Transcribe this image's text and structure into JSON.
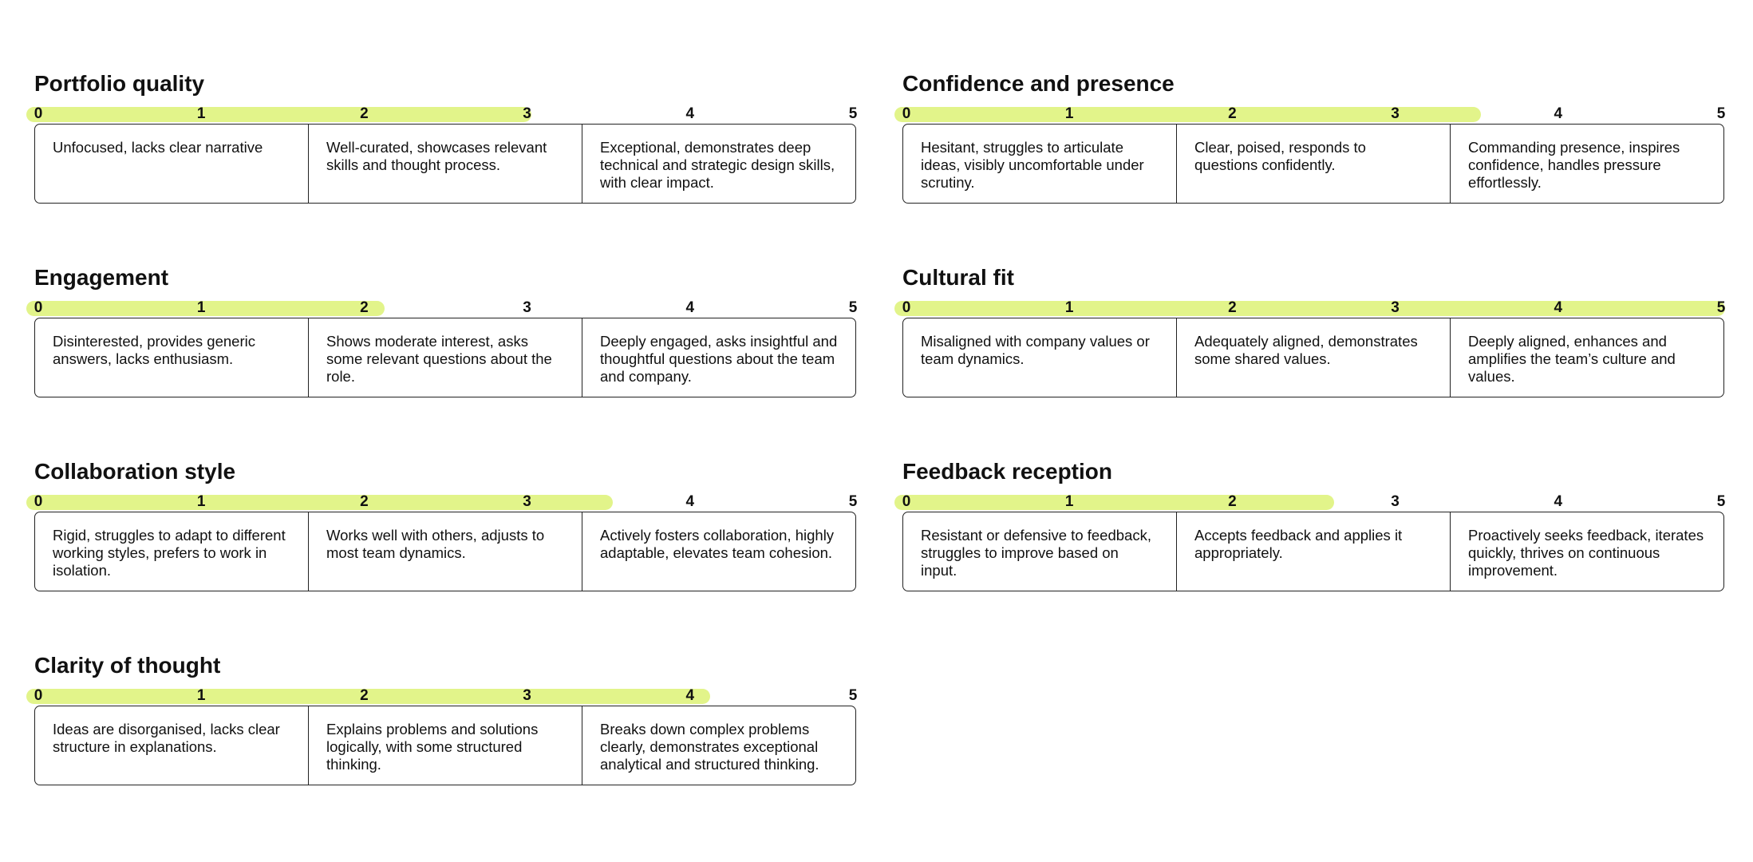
{
  "colors": {
    "accent": "#e2f48a",
    "border": "#222222",
    "text": "#111111"
  },
  "scale_labels": [
    "0",
    "1",
    "2",
    "3",
    "4",
    "5"
  ],
  "criteria": [
    {
      "title": "Portfolio quality",
      "score": 3,
      "descriptions": [
        "Unfocused, lacks clear narrative",
        "Well-curated, showcases relevant skills and thought process.",
        "Exceptional, demonstrates deep technical and strategic design skills, with clear impact."
      ]
    },
    {
      "title": "Confidence and presence",
      "score": 3.5,
      "descriptions": [
        "Hesitant, struggles to articulate ideas, visibly uncomfortable under scrutiny.",
        "Clear, poised, responds to questions confidently.",
        "Commanding presence, inspires confidence, handles pressure effortlessly."
      ]
    },
    {
      "title": "Engagement",
      "score": 2.1,
      "descriptions": [
        "Disinterested, provides generic answers, lacks enthusiasm.",
        "Shows moderate interest, asks some relevant questions about the role.",
        "Deeply engaged, asks insightful and thoughtful questions about the team and company."
      ]
    },
    {
      "title": "Cultural fit",
      "score": 5,
      "descriptions": [
        "Misaligned with company values or team dynamics.",
        "Adequately aligned, demonstrates some shared values.",
        "Deeply aligned, enhances and amplifies the team’s culture and values."
      ]
    },
    {
      "title": "Collaboration style",
      "score": 3.5,
      "descriptions": [
        "Rigid, struggles to adapt to different working styles, prefers to work in isolation.",
        "Works well with others, adjusts to most team dynamics.",
        "Actively fosters collaboration, highly adaptable, elevates team cohesion."
      ]
    },
    {
      "title": "Feedback reception",
      "score": 2.6,
      "descriptions": [
        "Resistant or defensive to feedback, struggles to improve based on input.",
        "Accepts feedback and applies it appropriately.",
        "Proactively seeks feedback, iterates quickly, thrives on continuous improvement."
      ]
    },
    {
      "title": "Clarity of thought",
      "score": 4.1,
      "descriptions": [
        "Ideas are disorganised, lacks clear structure in explanations.",
        "Explains problems and solutions logically, with some structured thinking.",
        "Breaks down complex problems clearly, demonstrates exceptional analytical and structured thinking."
      ]
    }
  ]
}
